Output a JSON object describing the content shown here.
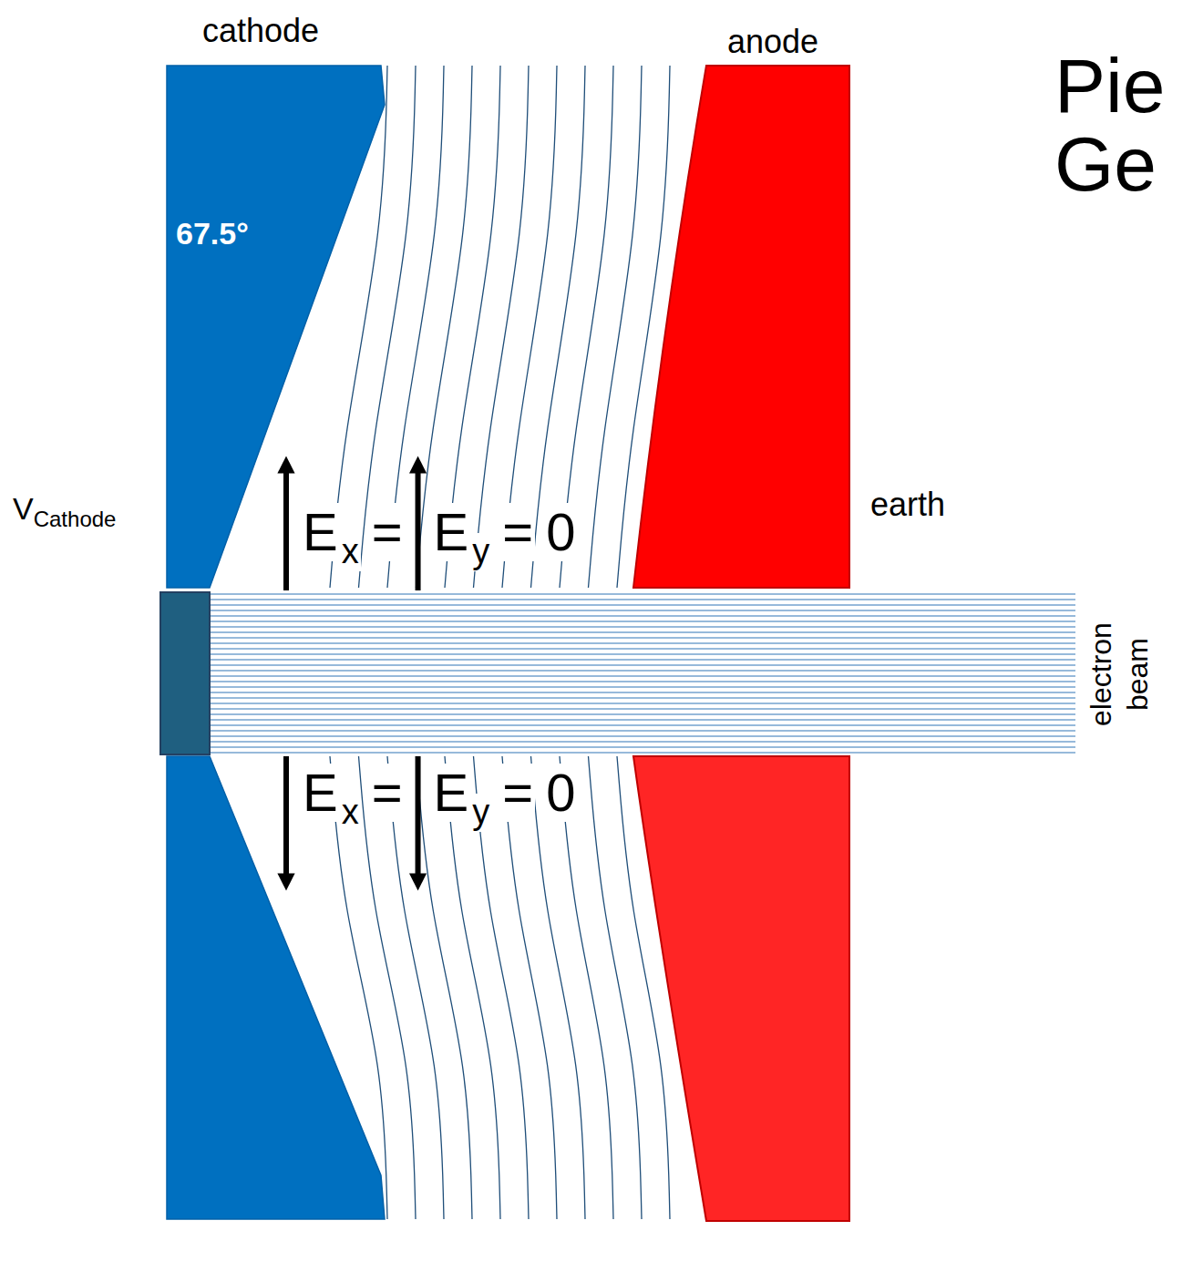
{
  "diagram": {
    "title": "Pie Ge",
    "labels": [
      "cathode",
      "anode",
      "67.5°",
      "V",
      "Cathode",
      "earth",
      "E",
      "x",
      "=",
      "E",
      "y",
      "=",
      "0",
      "E",
      "x",
      "=",
      "E",
      "y",
      "=",
      "0",
      "electron beam"
    ]
  }
}
